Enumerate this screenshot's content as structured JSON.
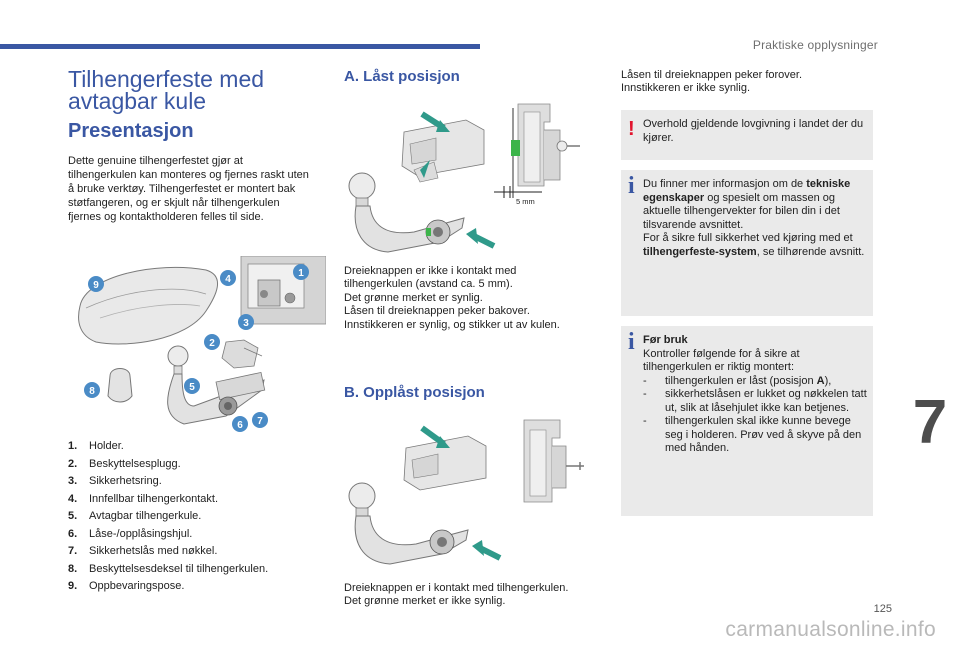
{
  "header": {
    "section": "Praktiske opplysninger",
    "chapter": "7",
    "page": "125"
  },
  "watermark": "carmanualsonline.info",
  "left": {
    "title": "Tilhengerfeste med avtagbar kule",
    "subtitle": "Presentasjon",
    "intro": "Dette genuine tilhengerfestet gjør at tilhengerkulen kan monteres og fjernes raskt uten å bruke verktøy. Tilhengerfestet er montert bak støtfangeren, og er skjult når tilhengerkulen fjernes og kontaktholderen felles til side.",
    "callouts": [
      "1",
      "2",
      "3",
      "4",
      "5",
      "6",
      "7",
      "8",
      "9"
    ],
    "parts": [
      {
        "num": "1.",
        "label": "Holder."
      },
      {
        "num": "2.",
        "label": "Beskyttelsesplugg."
      },
      {
        "num": "3.",
        "label": "Sikkerhetsring."
      },
      {
        "num": "4.",
        "label": "Innfellbar tilhengerkontakt."
      },
      {
        "num": "5.",
        "label": "Avtagbar tilhengerkule."
      },
      {
        "num": "6.",
        "label": "Låse-/opplåsingshjul."
      },
      {
        "num": "7.",
        "label": "Sikkerhetslås med nøkkel."
      },
      {
        "num": "8.",
        "label": "Beskyttelsesdeksel til tilhengerkulen."
      },
      {
        "num": "9.",
        "label": "Oppbevaringspose."
      }
    ]
  },
  "middle": {
    "locked_title": "A. Låst posisjon",
    "dimension_label": "5 mm",
    "locked_caption": [
      "Dreieknappen er ikke i kontakt med",
      "tilhengerkulen (avstand ca. 5 mm).",
      "Det grønne merket er synlig.",
      "Låsen til dreieknappen peker bakover.",
      "Innstikkeren er synlig, og stikker ut av kulen."
    ],
    "unlocked_title": "B. Opplåst posisjon",
    "unlocked_caption": [
      "Dreieknappen er i kontakt med tilhengerkulen.",
      "Det grønne merket er ikke synlig."
    ]
  },
  "right": {
    "intro": [
      "Låsen til dreieknappen peker forover.",
      "Innstikkeren er ikke synlig."
    ],
    "warning": "Overhold gjeldende lovgivning i landet der du kjører.",
    "info1": {
      "pre": "Du finner mer informasjon om de ",
      "bold1": "tekniske egenskaper",
      "mid1": " og spesielt om massen og aktuelle tilhengervekter for bilen din i det tilsvarende avsnittet.",
      "line2_pre": "For å sikre full sikkerhet ved kjøring med et ",
      "bold2": "tilhengerfeste-system",
      "line2_post": ", se tilhørende avsnitt."
    },
    "info2": {
      "title": "Før bruk",
      "intro": "Kontroller følgende for å sikre at tilhengerkulen er riktig montert:",
      "items": [
        {
          "pre": "tilhengerkulen er låst (posisjon ",
          "bold": "A",
          "post": "),"
        },
        {
          "pre": "sikkerhetslåsen er lukket og nøkkelen tatt ut, slik at låsehjulet ikke kan betjenes.",
          "bold": "",
          "post": ""
        },
        {
          "pre": "tilhengerkulen skal ikke kunne bevege seg i holderen. Prøv ved å skyve på den med hånden.",
          "bold": "",
          "post": ""
        }
      ]
    }
  },
  "colors": {
    "accent": "#3a57a3",
    "callout": "#4a8bc6",
    "arrow": "#2f9a8a",
    "green_mark": "#3cb44a",
    "warning": "#e1142d",
    "note_bg": "#eaeaea"
  }
}
